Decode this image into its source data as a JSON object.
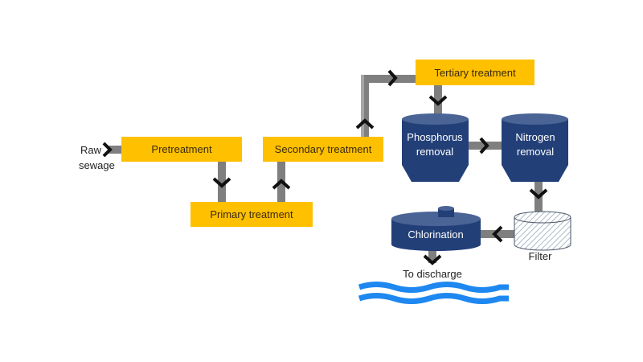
{
  "colors": {
    "process_box": "#FFC000",
    "pipe": "#7f7f7f",
    "pipe_highlight": "#a6a6a6",
    "chevron": "#111111",
    "tank": "#223F78",
    "tank_top": "#4A6496",
    "water": "#1E88F0",
    "filter_fill": "#ffffff",
    "filter_hatch": "#9aa8b8"
  },
  "labels": {
    "input": [
      "Raw",
      "sewage"
    ],
    "pretreatment": "Pretreatment",
    "primary": "Primary treatment",
    "secondary": "Secondary treatment",
    "tertiary": "Tertiary treatment",
    "phosphorus": [
      "Phosphorus",
      "removal"
    ],
    "nitrogen": [
      "Nitrogen",
      "removal"
    ],
    "filter": "Filter",
    "chlorination": "Chlorination",
    "discharge": "To discharge"
  },
  "flow": [
    "Raw sewage",
    "Pretreatment",
    "Primary treatment",
    "Secondary treatment",
    "Tertiary treatment",
    "Phosphorus removal",
    "Nitrogen removal",
    "Filter",
    "Chlorination",
    "To discharge"
  ]
}
